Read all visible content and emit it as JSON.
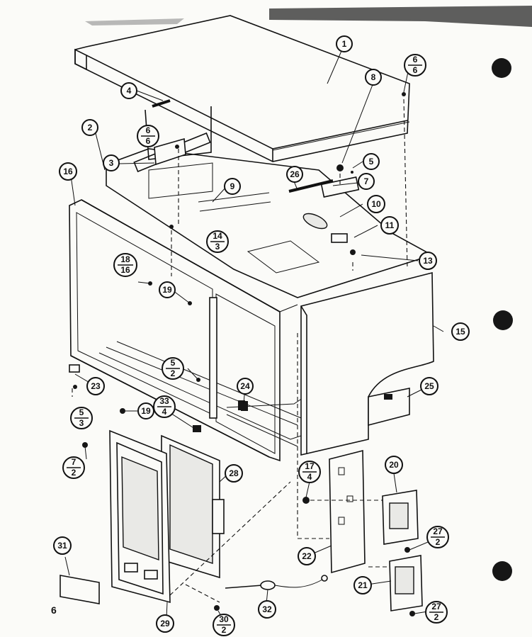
{
  "page_number": "6",
  "parts": [
    {
      "id": "p1",
      "top": "1"
    },
    {
      "id": "p2",
      "top": "2"
    },
    {
      "id": "p3",
      "top": "3"
    },
    {
      "id": "p4",
      "top": "4"
    },
    {
      "id": "p5",
      "top": "5"
    },
    {
      "id": "p6a",
      "top": "6",
      "bottom": "6"
    },
    {
      "id": "p6b",
      "top": "6",
      "bottom": "6"
    },
    {
      "id": "p7",
      "top": "7"
    },
    {
      "id": "p8",
      "top": "8"
    },
    {
      "id": "p9",
      "top": "9"
    },
    {
      "id": "p10",
      "top": "10"
    },
    {
      "id": "p11",
      "top": "11"
    },
    {
      "id": "p13",
      "top": "13"
    },
    {
      "id": "p14",
      "top": "14",
      "bottom": "3"
    },
    {
      "id": "p15",
      "top": "15"
    },
    {
      "id": "p16",
      "top": "16"
    },
    {
      "id": "p17",
      "top": "17",
      "bottom": "4"
    },
    {
      "id": "p18",
      "top": "18",
      "bottom": "16"
    },
    {
      "id": "p19a",
      "top": "19"
    },
    {
      "id": "p19b",
      "top": "19"
    },
    {
      "id": "p20",
      "top": "20"
    },
    {
      "id": "p21",
      "top": "21"
    },
    {
      "id": "p22",
      "top": "22"
    },
    {
      "id": "p23",
      "top": "23"
    },
    {
      "id": "p24",
      "top": "24"
    },
    {
      "id": "p25",
      "top": "25"
    },
    {
      "id": "p26",
      "top": "26"
    },
    {
      "id": "p27a",
      "top": "27",
      "bottom": "2"
    },
    {
      "id": "p27b",
      "top": "27",
      "bottom": "2"
    },
    {
      "id": "p28",
      "top": "28"
    },
    {
      "id": "p29",
      "top": "29"
    },
    {
      "id": "p30",
      "top": "30",
      "bottom": "2"
    },
    {
      "id": "p31",
      "top": "31"
    },
    {
      "id": "p32",
      "top": "32"
    },
    {
      "id": "p33",
      "top": "33",
      "bottom": "4"
    },
    {
      "id": "p5b",
      "top": "5",
      "bottom": "2"
    },
    {
      "id": "p5c",
      "top": "5",
      "bottom": "3"
    },
    {
      "id": "p7b",
      "top": "7",
      "bottom": "2"
    }
  ]
}
